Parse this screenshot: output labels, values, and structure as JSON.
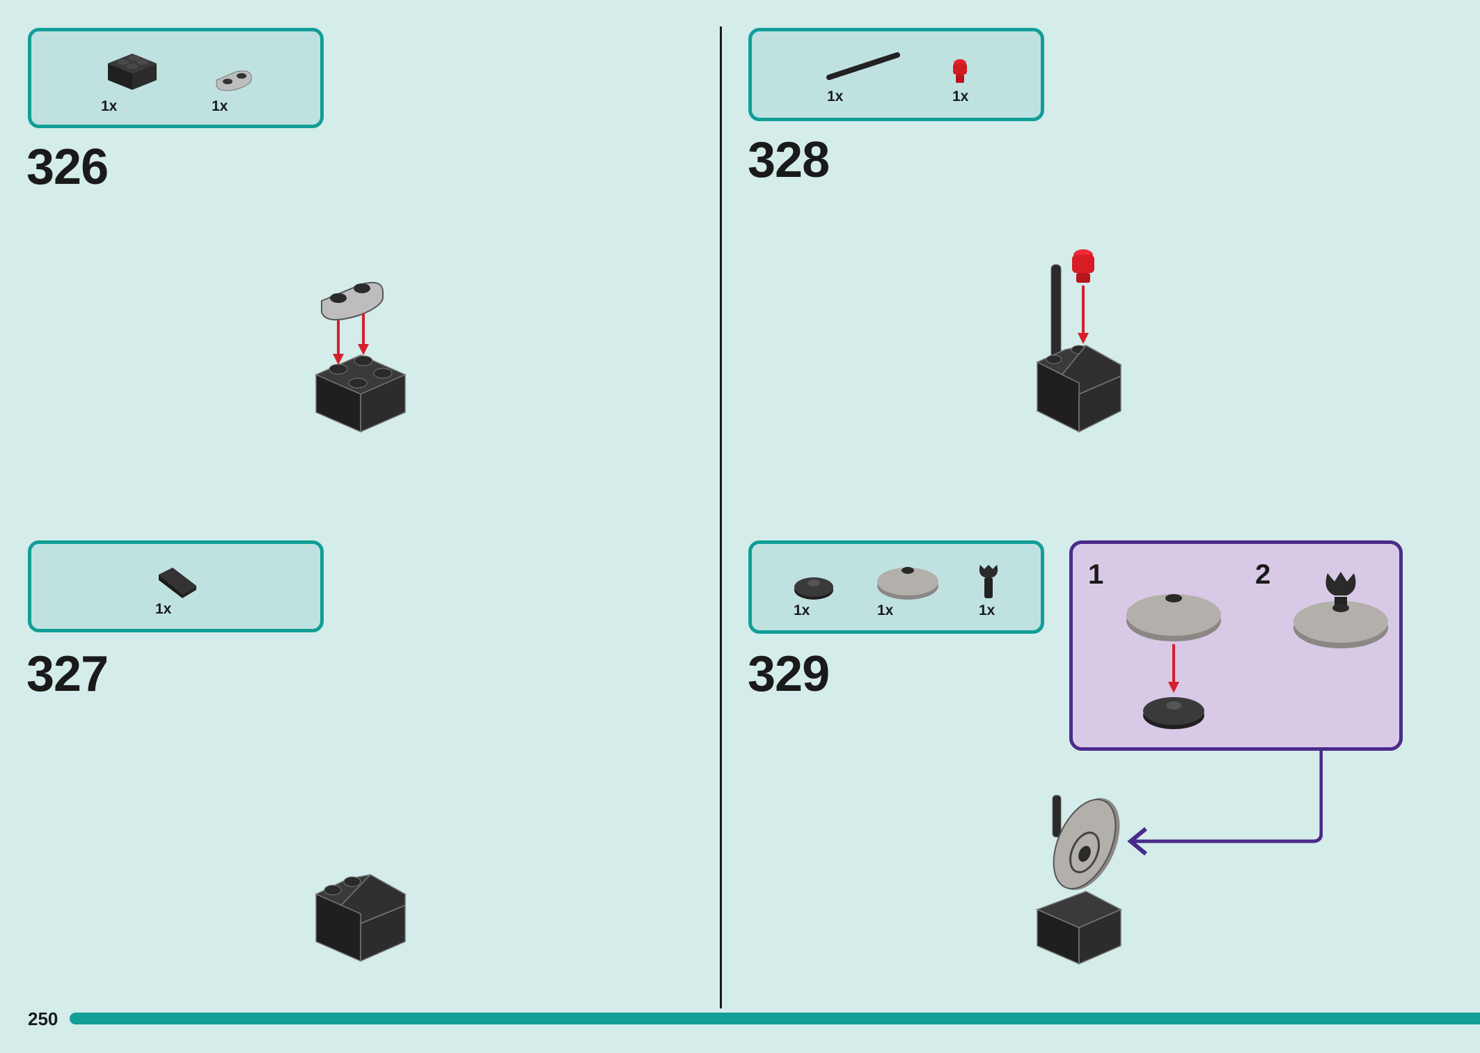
{
  "page": {
    "number": "250"
  },
  "steps": [
    {
      "number": "326",
      "parts": [
        {
          "qty": "1x",
          "icon": "brick-2x2-black"
        },
        {
          "qty": "1x",
          "icon": "plate-1x2-round-grey"
        }
      ]
    },
    {
      "number": "327",
      "parts": [
        {
          "qty": "1x",
          "icon": "slope-black"
        }
      ]
    },
    {
      "number": "328",
      "parts": [
        {
          "qty": "1x",
          "icon": "bar-black"
        },
        {
          "qty": "1x",
          "icon": "round-cone-trans-red"
        }
      ]
    },
    {
      "number": "329",
      "parts": [
        {
          "qty": "1x",
          "icon": "round-plate-black"
        },
        {
          "qty": "1x",
          "icon": "dish-grey"
        },
        {
          "qty": "1x",
          "icon": "bar-holder-clip-black"
        }
      ]
    }
  ],
  "substeps": [
    {
      "number": "1"
    },
    {
      "number": "2"
    }
  ],
  "colors": {
    "background": "#d4ecea",
    "accent": "#119e97",
    "arrow": "#d4202c",
    "callout": "#4a2a8a"
  }
}
